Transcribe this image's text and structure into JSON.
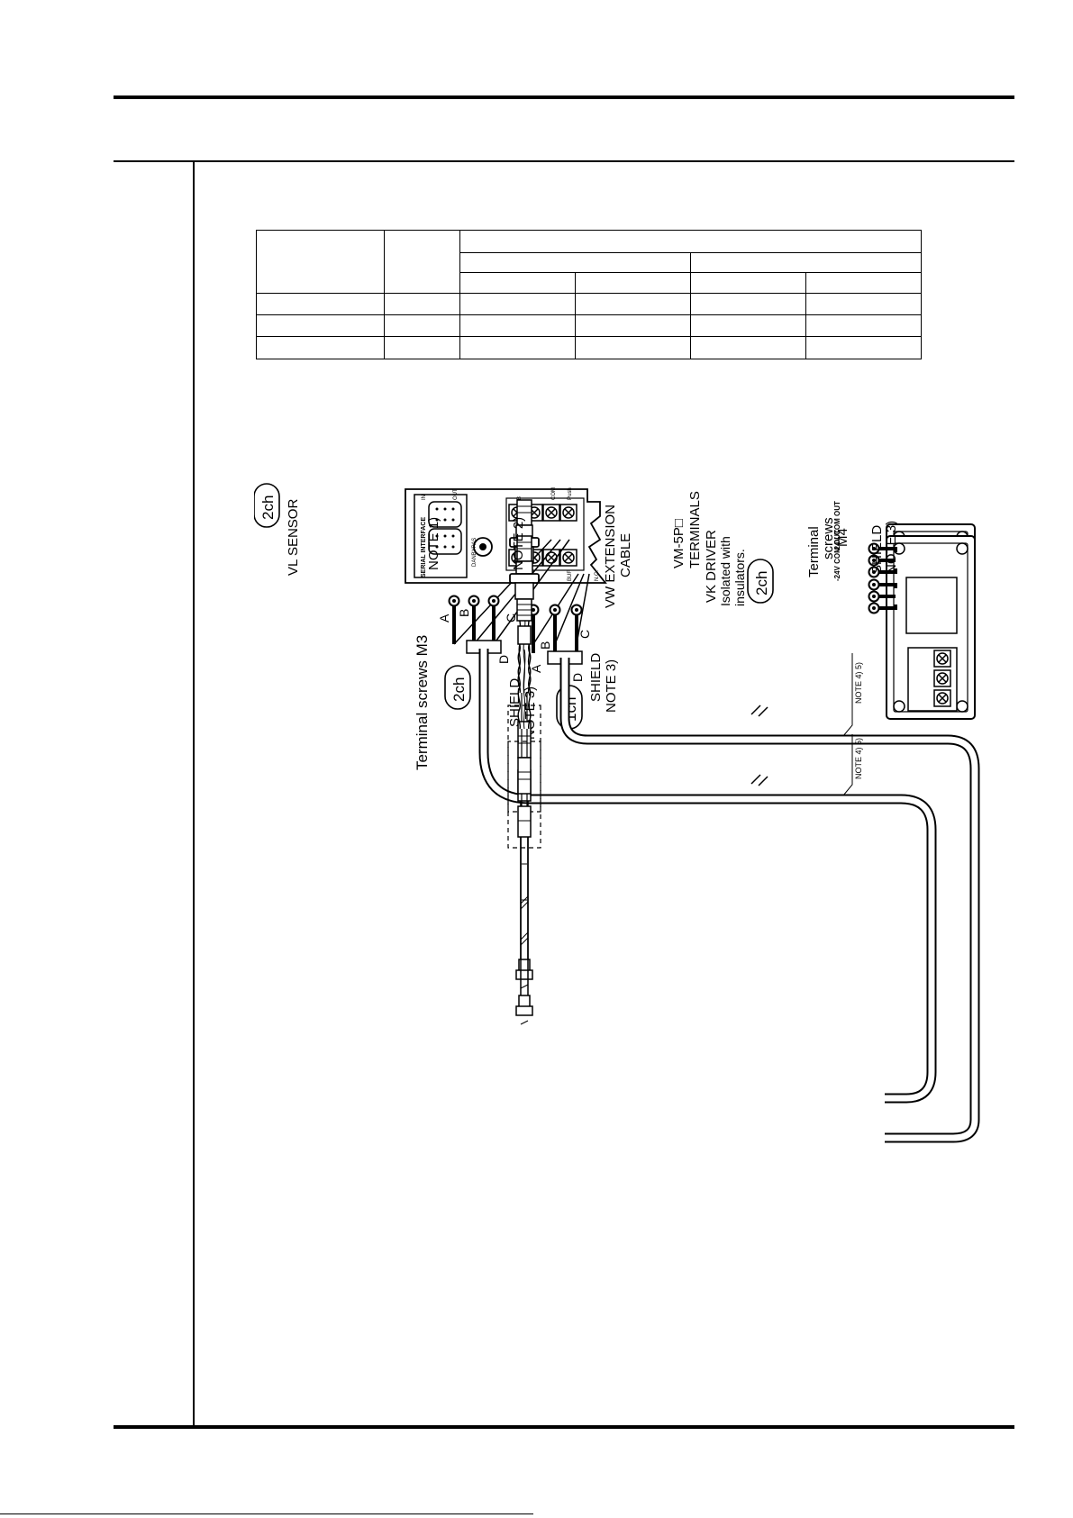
{
  "diagram_labels": {
    "terminals": [
      "VM-5P□",
      "TERMINALS"
    ],
    "terminal_screws_m3": "Terminal screws M3",
    "ch2": "2ch",
    "ch1": "1ch",
    "shield": "SHIELD",
    "note3": "NOTE 3)",
    "note45": "NOTE 4) 5)",
    "note1": "NOTE 1)",
    "note2": "NOTE 2)",
    "vl_sensor": "VL SENSOR",
    "vw_ext_1": "VW EXTENSION",
    "vw_ext_2": "CABLE",
    "vk_driver": "VK DRIVER",
    "isolated_1": "Isolated with",
    "isolated_2": "insulators.",
    "ts_1": "Terminal",
    "ts_2": "screws",
    "ts_3": "M4",
    "driver_terminals": "-24V COM OUT",
    "wire_a": "A",
    "wire_b": "B",
    "wire_c": "C",
    "wire_d": "D",
    "panel_serial": "SERIAL INTERFACE",
    "panel_in": "IN",
    "panel_out": "OUT",
    "panel_danbypas": "DANBYPAS",
    "panel_b": "B",
    "panel_com": "COM",
    "panel_push": "Push",
    "panel_buf": "BUF",
    "panel_nc": "N.C."
  }
}
